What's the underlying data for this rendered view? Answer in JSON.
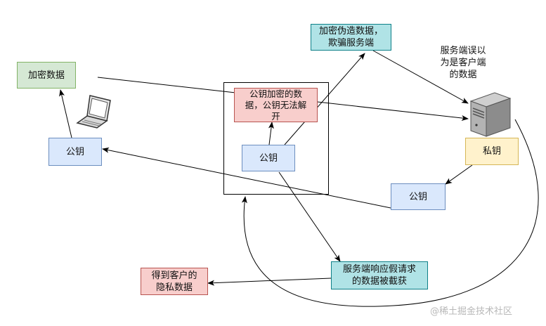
{
  "nodes": {
    "encrypted_data_client": "加密数据",
    "public_key_client": "公钥",
    "public_key_encrypted_data": "公钥加密的数\n据，公钥无法解\n开",
    "public_key_attacker": "公钥",
    "forged_encrypted_data": "加密伪造数据，\n欺骗服务端",
    "private_key": "私钥",
    "public_key_server": "公钥",
    "intercepted_response": "服务端响应假请求\n的数据被截获",
    "private_data_obtained": "得到客户的\n隐私数据"
  },
  "annotations": {
    "server_mistaken": "服务端误以\n为是客户端\n的数据"
  },
  "icons": {
    "client": "laptop-icon",
    "server": "server-icon"
  },
  "colors": {
    "green_fill": "#d5e8d4",
    "blue_fill": "#dae8fc",
    "red_fill": "#f8cecc",
    "teal_fill": "#b0e3e6",
    "yellow_fill": "#fff2cc"
  },
  "watermark": "@稀土掘金技术社区"
}
